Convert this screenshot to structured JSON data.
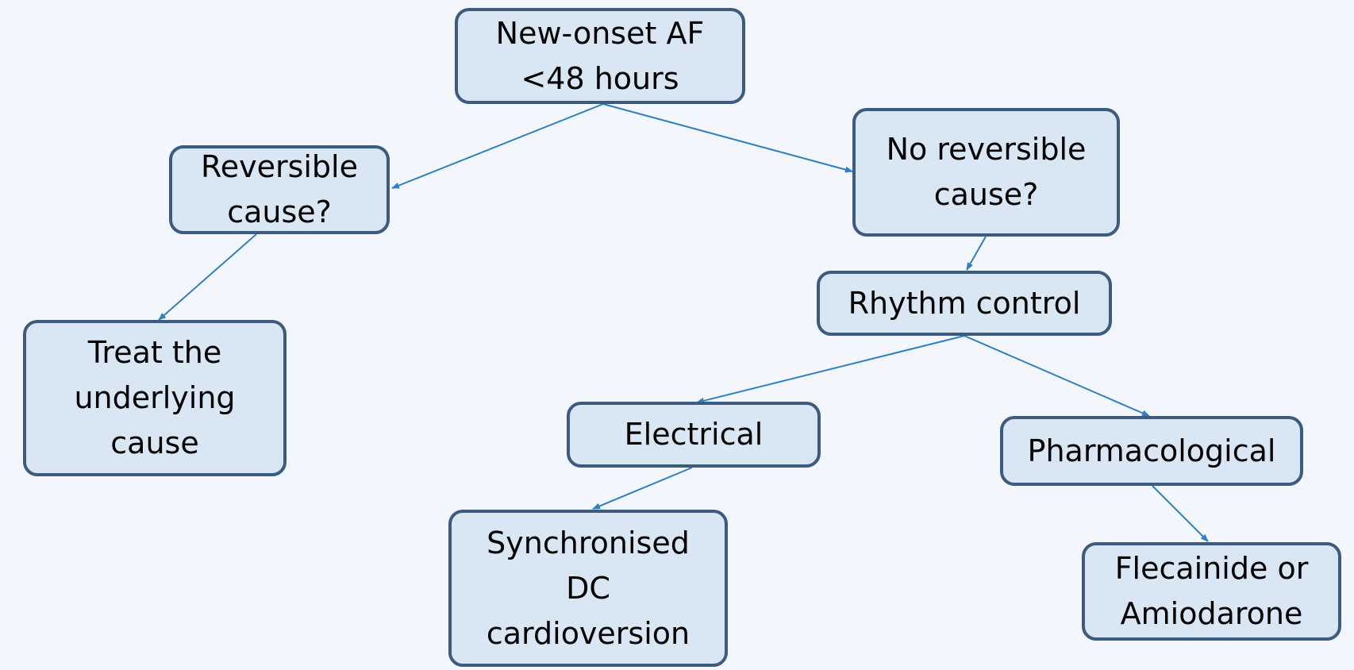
{
  "colors": {
    "background": "#f3f7fd",
    "node_fill": "#d9e6f3",
    "node_border": "#3d5a80",
    "arrow": "#2e7fc4",
    "text": "#000000"
  },
  "nodes": {
    "root": {
      "lines": [
        "New-onset AF",
        "<48 hours"
      ]
    },
    "reversible": {
      "lines": [
        "Reversible",
        "cause?"
      ]
    },
    "no_reversible": {
      "lines": [
        "No reversible",
        "cause?"
      ]
    },
    "treat": {
      "lines": [
        "Treat the",
        "underlying",
        "cause"
      ]
    },
    "rhythm": {
      "lines": [
        "Rhythm control"
      ]
    },
    "electrical": {
      "lines": [
        "Electrical"
      ]
    },
    "pharmacological": {
      "lines": [
        "Pharmacological"
      ]
    },
    "dc": {
      "lines": [
        "Synchronised",
        "DC",
        "cardioversion"
      ]
    },
    "drugs": {
      "lines": [
        "Flecainide or",
        "Amiodarone"
      ]
    }
  },
  "edges": [
    {
      "from": "root",
      "to": "reversible"
    },
    {
      "from": "root",
      "to": "no_reversible"
    },
    {
      "from": "reversible",
      "to": "treat"
    },
    {
      "from": "no_reversible",
      "to": "rhythm"
    },
    {
      "from": "rhythm",
      "to": "electrical"
    },
    {
      "from": "rhythm",
      "to": "pharmacological"
    },
    {
      "from": "electrical",
      "to": "dc"
    },
    {
      "from": "pharmacological",
      "to": "drugs"
    }
  ]
}
